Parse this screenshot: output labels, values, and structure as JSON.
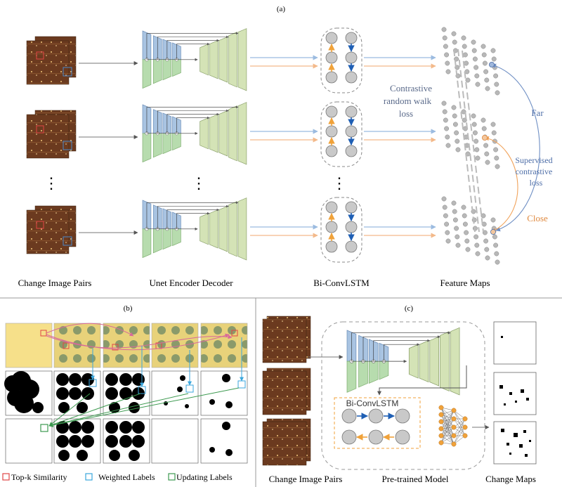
{
  "panel_a": {
    "tag": "(a)",
    "columns": [
      "Change Image Pairs",
      "Unet Encoder Decoder",
      "Bi-ConvLSTM",
      "Feature Maps"
    ],
    "contrastive_loss_lines": [
      "Contrastive",
      "random walk",
      "loss"
    ],
    "far_label": "Far",
    "supervised_lines": [
      "Supervised",
      "contrastive",
      "loss"
    ],
    "close_label": "Close",
    "ellipsis": "⋮"
  },
  "panel_b": {
    "tag": "(b)",
    "legend": [
      "Top-k Similarity",
      "Weighted Labels",
      "Updating Labels"
    ]
  },
  "panel_c": {
    "tag": "(c)",
    "bi_convlstm": "Bi-ConvLSTM",
    "labels": [
      "Change Image Pairs",
      "Pre-trained Model",
      "Change Maps"
    ]
  },
  "colors": {
    "encoder_blue": "#a9c4e2",
    "encoder_green": "#b7dcae",
    "decoder_green": "#d4e3b6",
    "arrow_blue": "#1f5fb4",
    "arrow_orange": "#f0a23a",
    "far_line": "#6f8fc4",
    "close_line": "#f1a35b",
    "top_k": "#e04646",
    "weighted": "#3aa6dc",
    "updating": "#3d9a50"
  },
  "icons": [
    "unet-icon",
    "lstm-cell-icon",
    "neural-net-icon",
    "satellite-image-icon"
  ]
}
